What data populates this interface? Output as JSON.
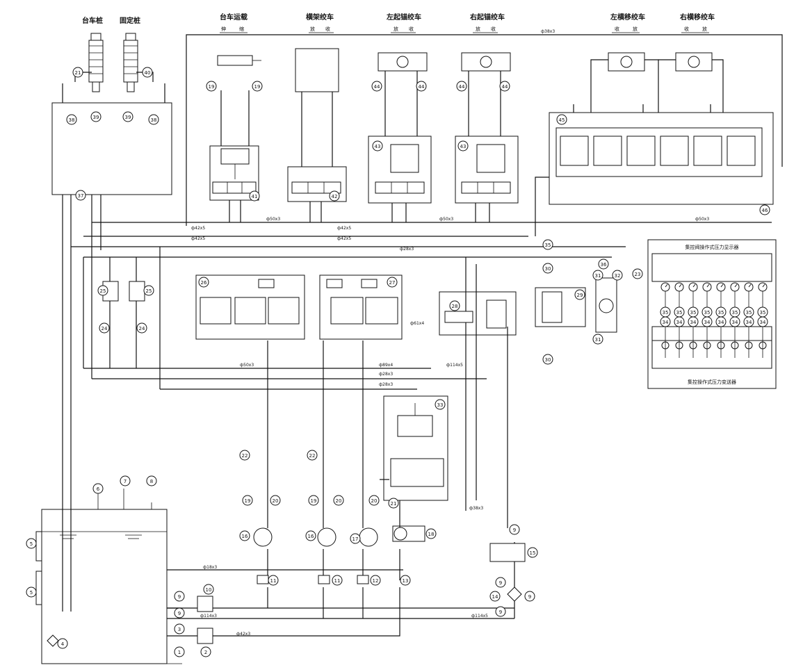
{
  "titles": {
    "t_taichezhuang": "台车桩",
    "t_gudingzhuang": "固定桩",
    "t_taichemove": "台车运载",
    "t_hengjia": "横架绞车",
    "t_zuoqi": "左起锚绞车",
    "t_youqi": "右起锚绞车",
    "t_zuoheng": "左横移绞车",
    "t_youheng": "右横移绞车"
  },
  "sublabels": {
    "s1a": "伸",
    "s1b": "缩",
    "s2a": "放",
    "s2b": "收",
    "s3a": "放",
    "s3b": "收",
    "s4a": "放",
    "s4b": "收",
    "s5a": "收",
    "s5b": "放",
    "s6a": "收",
    "s6b": "放"
  },
  "pipes": {
    "p_38x3_top": "ф38x3",
    "p_50x3_mid": "ф50x3",
    "p_50x3_right": "ф50x3",
    "p_50x3_a": "ф50x3",
    "p_42x5_a": "ф42x5",
    "p_42x5_b": "ф42x5",
    "p_42x5_c": "ф42x5",
    "p_42x5_d": "ф42x5",
    "p_28x3_a": "ф28x3",
    "p_28x3_b": "ф28x3",
    "p_28x3_c": "ф28x3",
    "p_38x3_d": "ф38x3",
    "p_114x5_a": "ф114x5",
    "p_114x5_b": "ф114x5",
    "p_114x3": "ф114x3",
    "p_42x3": "ф42x3",
    "p_18x3": "ф18x3",
    "p_50x3_lower": "ф50x3",
    "p_89x4": "ф89x4",
    "p_61x4": "ф61x4"
  },
  "panel": {
    "title": "集控阀操作式压力显示器",
    "footer": "集控操作式压力变送器",
    "gauges_count_label": "35",
    "sensor_label": "34"
  },
  "callouts": {
    "c1": "1",
    "c2": "2",
    "c3": "3",
    "c4": "4",
    "c5": "5",
    "c6": "6",
    "c7": "7",
    "c8": "8",
    "c9": "9",
    "c10": "10",
    "c11": "11",
    "c12": "12",
    "c13": "13",
    "c14": "14",
    "c15": "15",
    "c16": "16",
    "c17": "17",
    "c18": "18",
    "c19": "19",
    "c20": "20",
    "c21": "21",
    "c22": "22",
    "c23": "23",
    "c24": "24",
    "c25": "25",
    "c26": "26",
    "c27": "27",
    "c28": "28",
    "c29": "29",
    "c30": "30",
    "c31": "31",
    "c32": "32",
    "c33": "33",
    "c34": "34",
    "c35": "35",
    "c36": "36",
    "c37": "37",
    "c38": "38",
    "c39": "39",
    "c40": "40",
    "c41": "41",
    "c42": "42",
    "c43": "43",
    "c44": "44",
    "c45": "45",
    "c46": "46"
  }
}
